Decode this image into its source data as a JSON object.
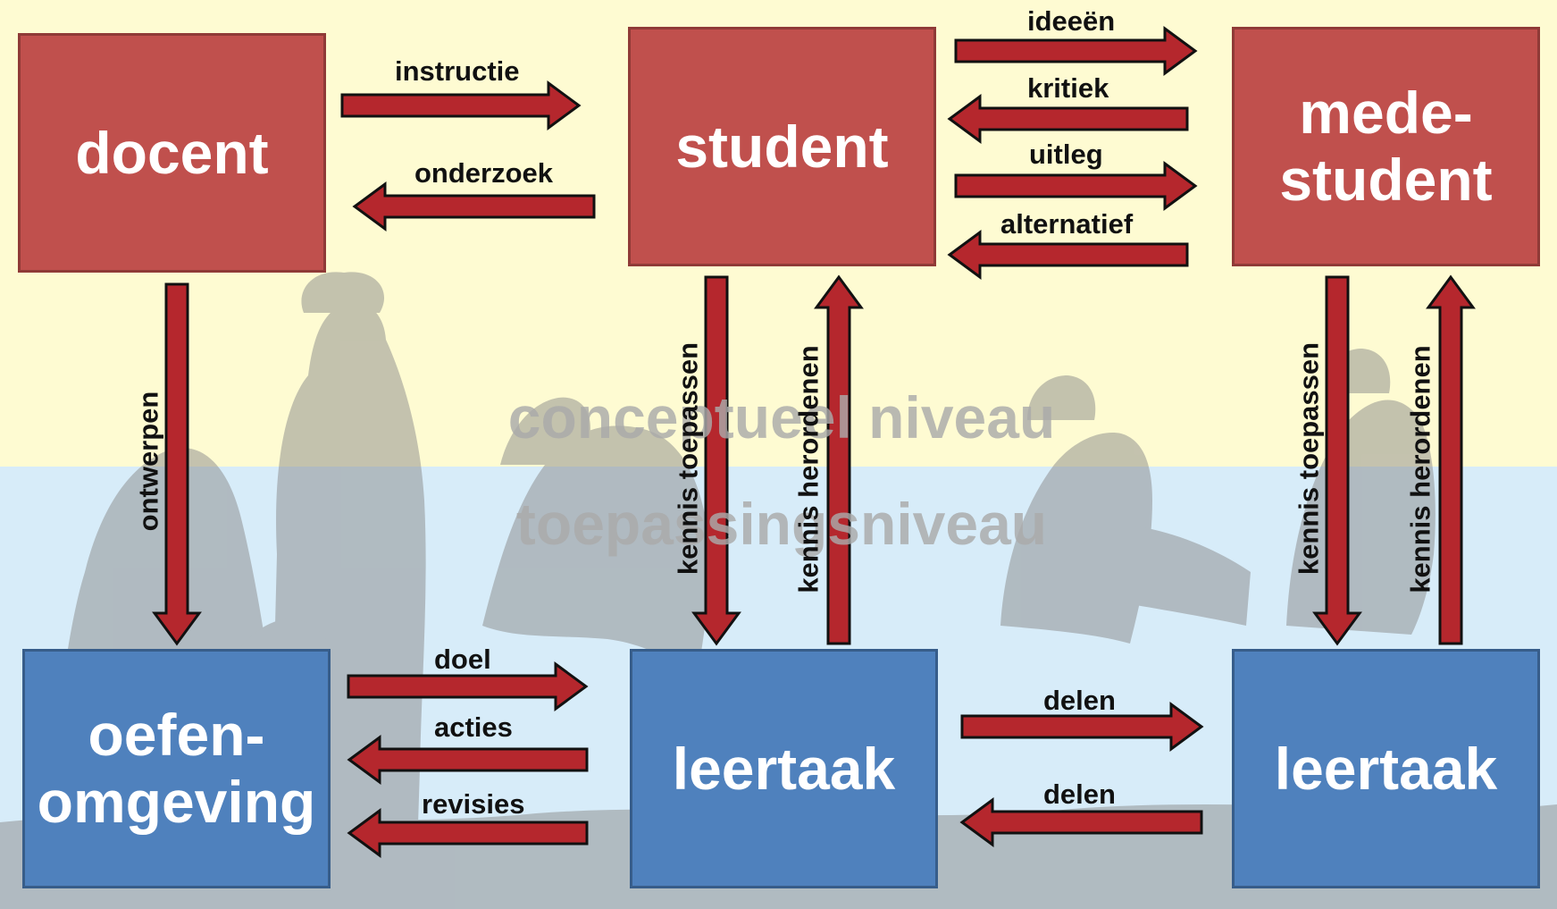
{
  "nodes": {
    "docent": "docent",
    "student": "student",
    "medestudent": [
      "mede-",
      "student"
    ],
    "oefenomgeving": [
      "oefen-",
      "omgeving"
    ],
    "leertaak_left": "leertaak",
    "leertaak_right": "leertaak"
  },
  "arrows": {
    "instructie": "instructie",
    "onderzoek": "onderzoek",
    "ideeen": "ideeën",
    "kritiek": "kritiek",
    "uitleg": "uitleg",
    "alternatief": "alternatief",
    "ontwerpen": "ontwerpen",
    "kennis_toepassen": "kennis toepassen",
    "kennis_herordenen": "kennis herordenen",
    "doel": "doel",
    "acties": "acties",
    "revisies": "revisies",
    "delen": "delen"
  },
  "levels": {
    "conceptual": "conceptueel niveau",
    "application": "toepassingsniveau"
  },
  "colors": {
    "conceptual_band": "#fefbd2",
    "application_band": "#d7ecf9",
    "red_box": "#c0504d",
    "blue_box": "#4f81bd",
    "arrow_fill": "#b5272d",
    "arrow_outline": "#111111"
  }
}
